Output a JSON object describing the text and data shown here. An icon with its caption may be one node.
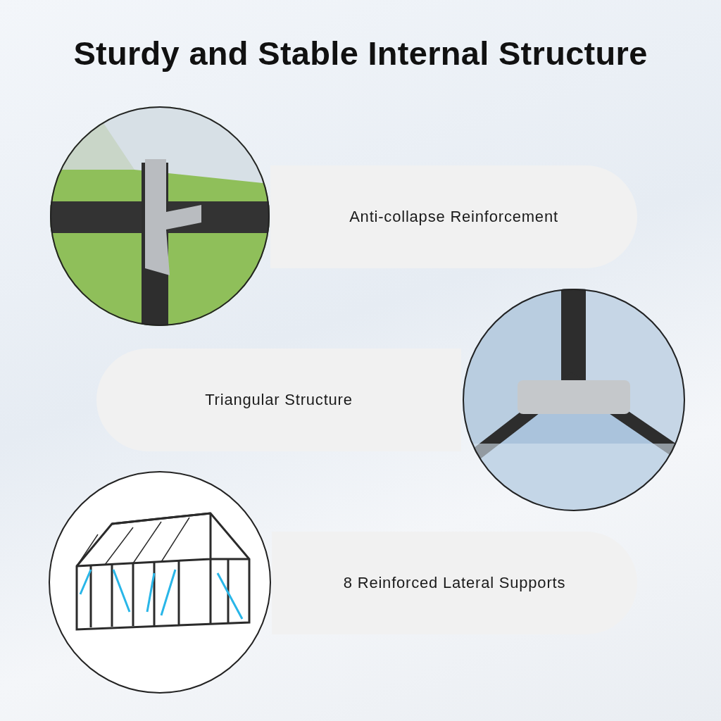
{
  "diagram": {
    "title": "Sturdy and Stable Internal Structure",
    "nodes": [
      {
        "text": [
          "Anti-collapse Reinforcement"
        ]
      },
      {
        "text": [
          "Triangular Structure"
        ]
      },
      {
        "text": [
          "8 Reinforced Lateral Supports"
        ]
      }
    ]
  }
}
